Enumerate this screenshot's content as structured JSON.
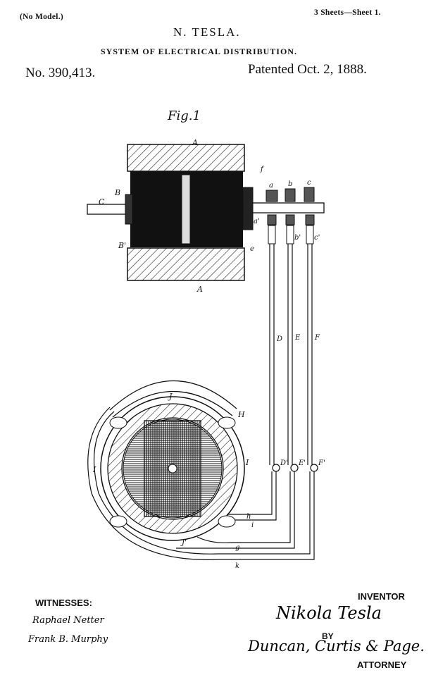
{
  "header": {
    "model_note": "(No Model.)",
    "sheets": "3 Sheets—Sheet 1.",
    "inventor_name": "N. TESLA.",
    "title": "SYSTEM OF ELECTRICAL DISTRIBUTION.",
    "patent_number": "No. 390,413.",
    "patented_date": "Patented Oct. 2, 1888."
  },
  "figure": {
    "caption": "Fig.1",
    "labels": {
      "A_top": "A",
      "A_bottom": "A",
      "B": "B",
      "B_prime": "B'",
      "C": "C",
      "f": "f",
      "e": "e",
      "a": "a",
      "b": "b",
      "c": "c",
      "a_prime": "a'",
      "b_prime": "b'",
      "c_prime": "c'",
      "D": "D",
      "E": "E",
      "F": "F",
      "D_prime": "D'",
      "E_prime": "E'",
      "F_prime": "F'",
      "J": "J",
      "H": "H",
      "I_left": "I",
      "I_right": "I",
      "h": "h",
      "i": "i",
      "J_prime": "J'",
      "g": "g",
      "k": "k"
    }
  },
  "signatures": {
    "witnesses_label": "WITNESSES:",
    "witness_1": "Raphael Netter",
    "witness_2": "Frank B. Murphy",
    "inventor_label": "INVENTOR",
    "inventor_signature": "Nikola Tesla",
    "by_label": "BY",
    "attorney_signature": "Duncan, Curtis & Page.",
    "attorney_label": "ATTORNEY"
  }
}
